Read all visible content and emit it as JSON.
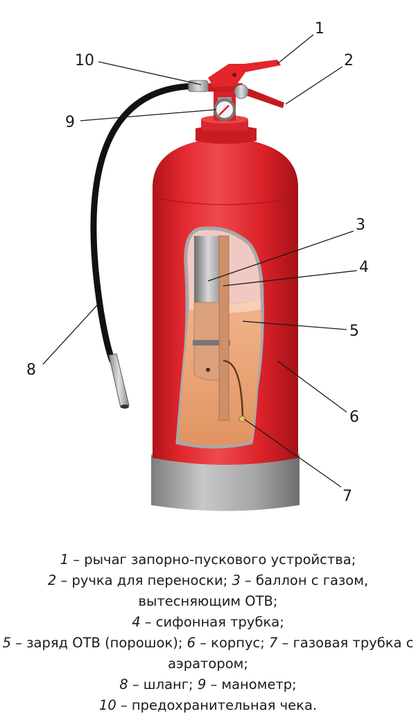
{
  "diagram": {
    "callouts": [
      {
        "n": "1"
      },
      {
        "n": "2"
      },
      {
        "n": "3"
      },
      {
        "n": "4"
      },
      {
        "n": "5"
      },
      {
        "n": "6"
      },
      {
        "n": "7"
      },
      {
        "n": "8"
      },
      {
        "n": "9"
      },
      {
        "n": "10"
      }
    ]
  },
  "caption": {
    "items": [
      {
        "n": "1",
        "text": " – рычаг запорно-пускового устройства;"
      },
      {
        "n": "2",
        "text": " – ручка для переноски; "
      },
      {
        "n": "3",
        "text": " – баллон с газом, вытесняющим ОТВ; "
      },
      {
        "n": "4",
        "text": " – сифонная трубка; "
      },
      {
        "n": "5",
        "text": " – заряд ОТВ (порошок); "
      },
      {
        "n": "6",
        "text": " – корпус; "
      },
      {
        "n": "7",
        "text": " – газовая трубка с аэратором; "
      },
      {
        "n": "8",
        "text": " – шланг; "
      },
      {
        "n": "9",
        "text": " – манометр; "
      },
      {
        "n": "10",
        "text": " – предохранительная чека."
      }
    ]
  },
  "colors": {
    "body_red": "#e0242a",
    "powder": "#e8a070",
    "base_gray": "#9a9a9a",
    "hose": "#111111"
  }
}
